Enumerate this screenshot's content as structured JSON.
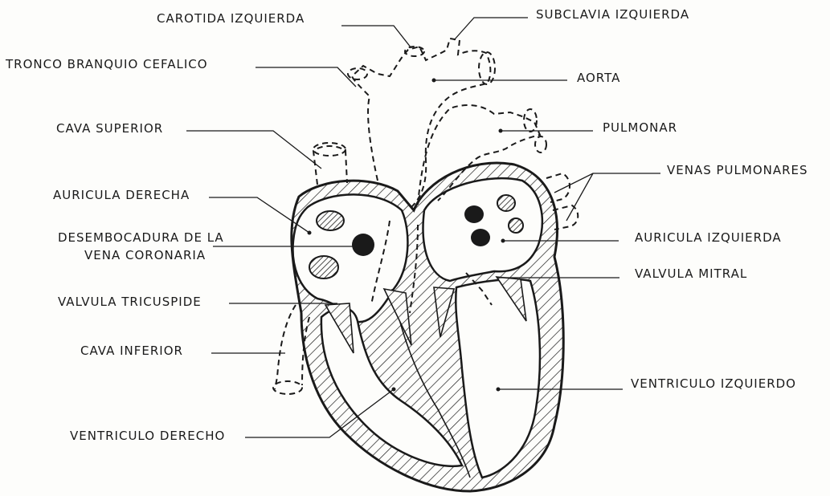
{
  "labels": {
    "carotida_izquierda": "CAROTIDA IZQUIERDA",
    "subclavia_izquierda": "SUBCLAVIA IZQUIERDA",
    "tronco_branquio_cefalico": "TRONCO BRANQUIO CEFALICO",
    "aorta": "AORTA",
    "cava_superior": "CAVA SUPERIOR",
    "pulmonar": "PULMONAR",
    "venas_pulmonares": "VENAS PULMONARES",
    "auricula_derecha": "AURICULA DERECHA",
    "desembocadura_line1": "DESEMBOCADURA DE LA",
    "desembocadura_line2": "VENA CORONARIA",
    "auricula_izquierda": "AURICULA IZQUIERDA",
    "valvula_mitral": "VALVULA MITRAL",
    "valvula_tricuspide": "VALVULA TRICUSPIDE",
    "cava_inferior": "CAVA INFERIOR",
    "ventriculo_izquierdo": "VENTRICULO IZQUIERDO",
    "ventriculo_derecho": "VENTRICULO DERECHO"
  },
  "colors": {
    "ink": "#1a1a1a",
    "paper": "#fdfdfb"
  }
}
